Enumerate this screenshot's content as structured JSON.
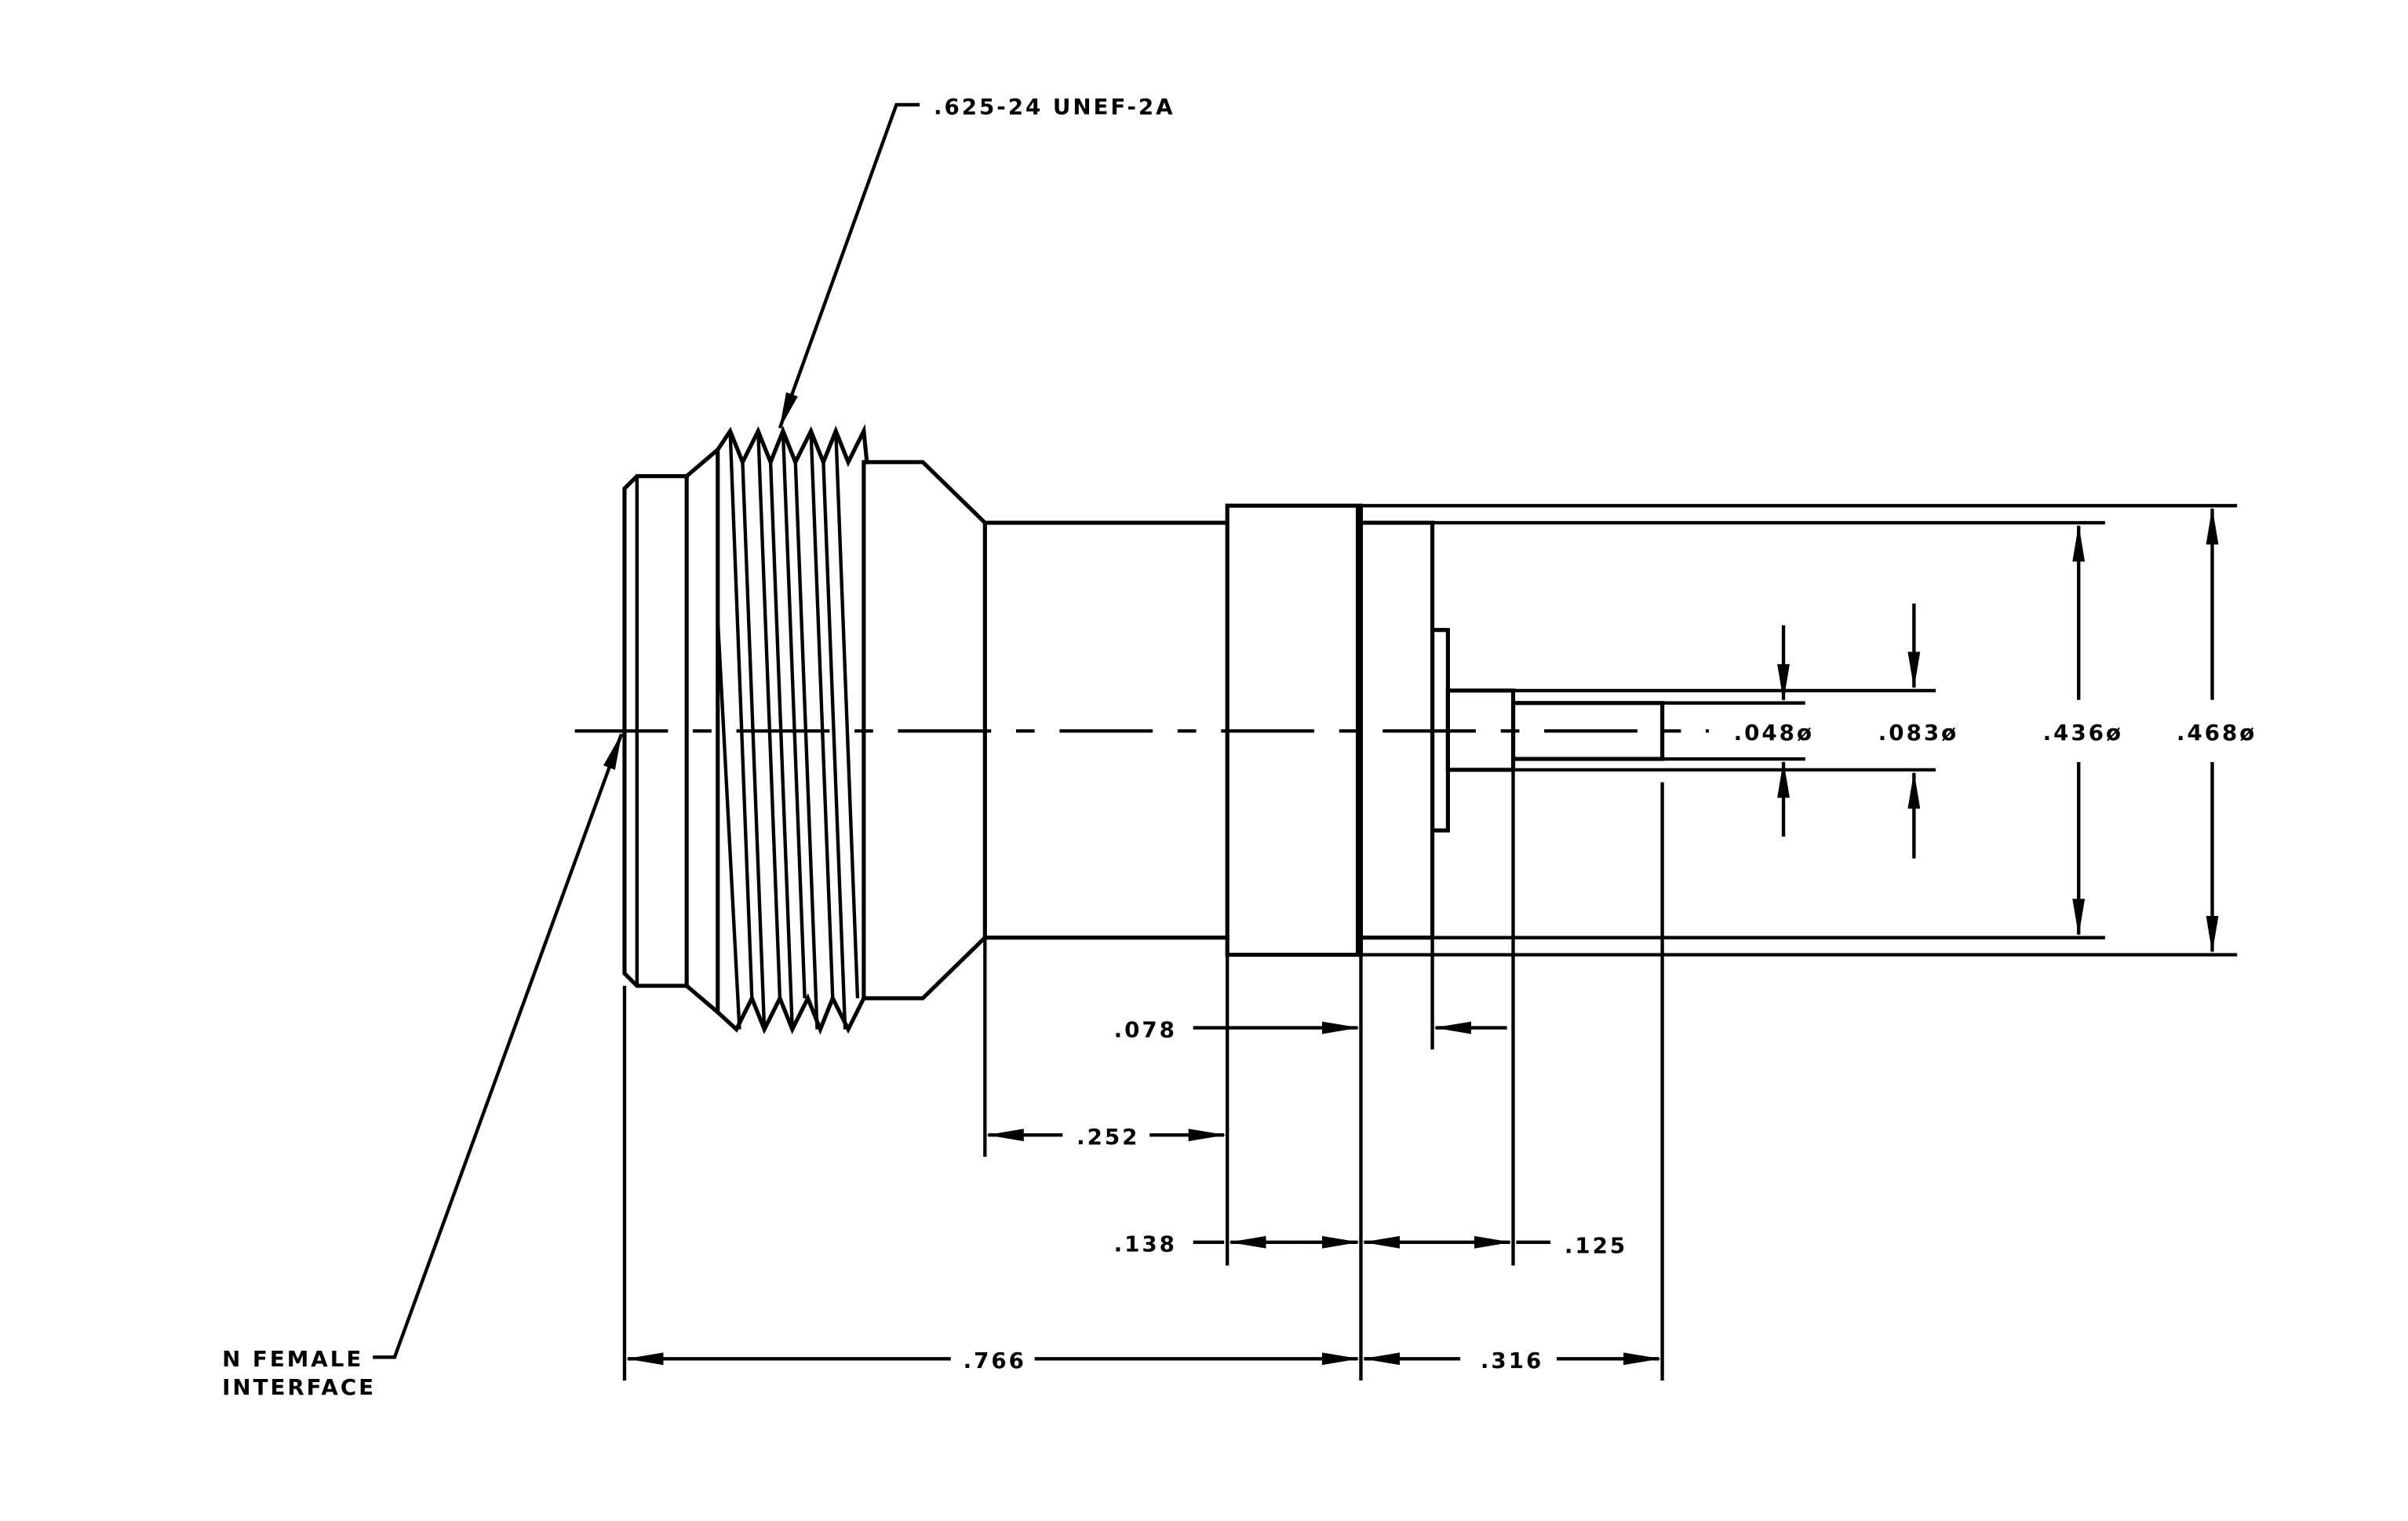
{
  "callouts": {
    "thread": ".625-24 UNEF-2A",
    "interface_line1": "N FEMALE",
    "interface_line2": "INTERFACE"
  },
  "dimensions": {
    "d_048": ".048ø",
    "d_083": ".083ø",
    "d_436": ".436ø",
    "d_468": ".468ø",
    "l_078": ".078",
    "l_252": ".252",
    "l_138": ".138",
    "l_125": ".125",
    "l_766": ".766",
    "l_316": ".316"
  }
}
